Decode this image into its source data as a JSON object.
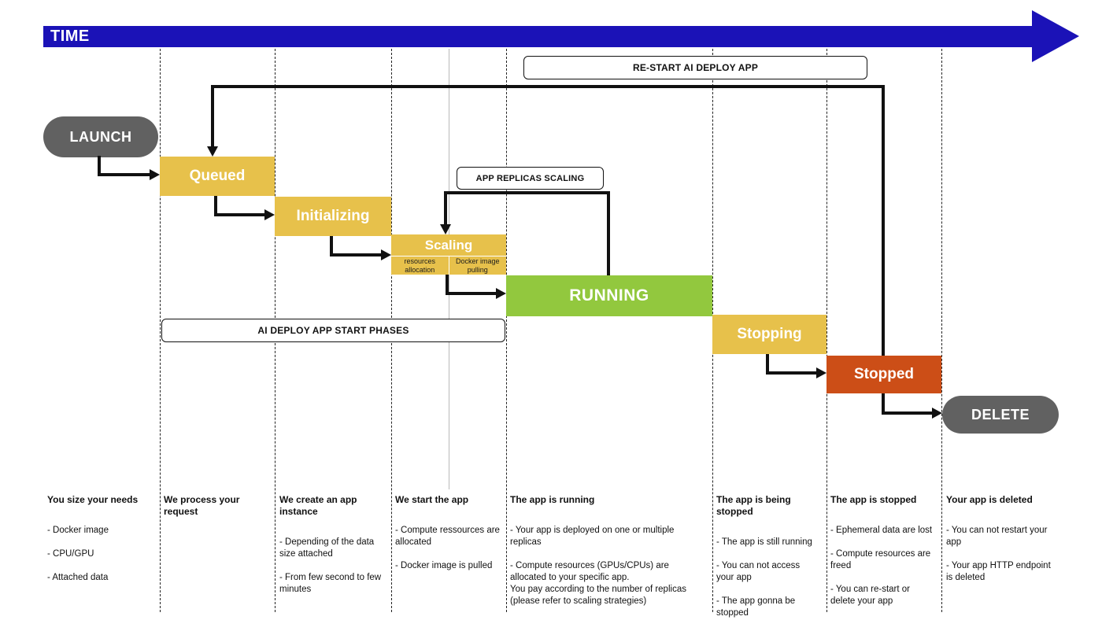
{
  "timeline": {
    "label": "TIME"
  },
  "colors": {
    "blue": "#1b12b7",
    "yellow": "#e7c14b",
    "green": "#92c83e",
    "orange": "#cc4e17",
    "gray": "#616161",
    "ink": "#111111"
  },
  "callouts": {
    "restart": "RE-START AI DEPLOY APP",
    "replicas_scaling": "APP REPLICAS SCALING",
    "start_phases": "AI DEPLOY APP START PHASES"
  },
  "phases": {
    "launch": "LAUNCH",
    "queued": "Queued",
    "initializing": "Initializing",
    "scaling": "Scaling",
    "scaling_resources": "resources\nallocation",
    "scaling_docker": "Docker image\npulling",
    "running": "RUNNING",
    "stopping": "Stopping",
    "stopped": "Stopped",
    "delete": "DELETE"
  },
  "columns": [
    {
      "title": "You size your needs",
      "items": [
        "- Docker image",
        "- CPU/GPU",
        "- Attached data"
      ]
    },
    {
      "title": "We process your request",
      "items": []
    },
    {
      "title": "We create an app instance",
      "items": [
        "- Depending of the data size attached",
        "- From few second to few minutes"
      ]
    },
    {
      "title": "We start the app",
      "items": [
        "- Compute ressources are allocated",
        "- Docker image is pulled"
      ]
    },
    {
      "title": "The app is running",
      "items": [
        "- Your app is deployed on one or multiple replicas",
        "- Compute resources (GPUs/CPUs) are allocated to your specific app.\nYou pay according to the number of replicas (please refer to scaling strategies)"
      ]
    },
    {
      "title": "The app is being stopped",
      "items": [
        "- The app is still running",
        "- You can not access your app",
        "- The app gonna be stopped"
      ]
    },
    {
      "title": "The app is stopped",
      "items": [
        "- Ephemeral data are lost",
        "- Compute resources are freed",
        "- You can re-start or delete your app"
      ]
    },
    {
      "title": "Your app is deleted",
      "items": [
        "- You can not restart your app",
        "- Your app HTTP endpoint is deleted"
      ]
    }
  ]
}
